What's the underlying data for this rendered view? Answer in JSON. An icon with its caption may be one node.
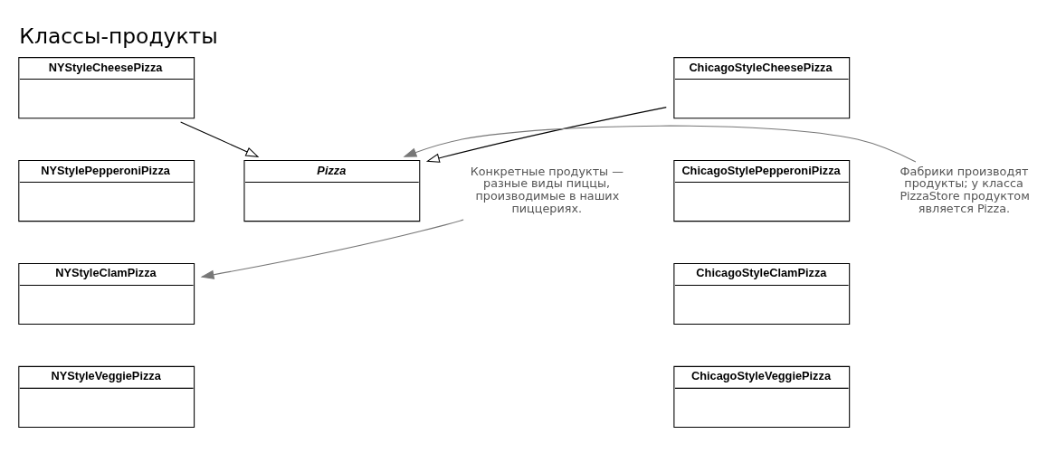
{
  "diagram": {
    "title": "Классы-продукты",
    "nodes": [
      {
        "text": [
          "Pizza"
        ]
      },
      {
        "text": [
          "NYStyleCheesePizza"
        ]
      },
      {
        "text": [
          "NYStylePepperoniPizza"
        ]
      },
      {
        "text": [
          "NYStyleClamPizza"
        ]
      },
      {
        "text": [
          "NYStyleVeggiePizza"
        ]
      },
      {
        "text": [
          "ChicagoStyleCheesePizza"
        ]
      },
      {
        "text": [
          "ChicagoStylePepperoniPizza"
        ]
      },
      {
        "text": [
          "ChicagoStyleClamPizza"
        ]
      },
      {
        "text": [
          "ChicagoStyleVeggiePizza"
        ]
      },
      {
        "text": [
          "Фабрики производят продукты; у класса PizzaStore продуктом является Pizza."
        ]
      },
      {
        "text": [
          "Конкретные продукты — разные виды пиццы, производимые в наших пиццериях."
        ]
      }
    ],
    "edges": [
      {
        "from": 1,
        "to": 0,
        "arrow": "to"
      },
      {
        "from": 5,
        "to": 0,
        "arrow": "to"
      },
      {
        "from": 9,
        "to": 0,
        "arrow": "to",
        "color": "#777777"
      },
      {
        "from": 10,
        "to": 3,
        "arrow": "to",
        "color": "#777777"
      }
    ]
  }
}
